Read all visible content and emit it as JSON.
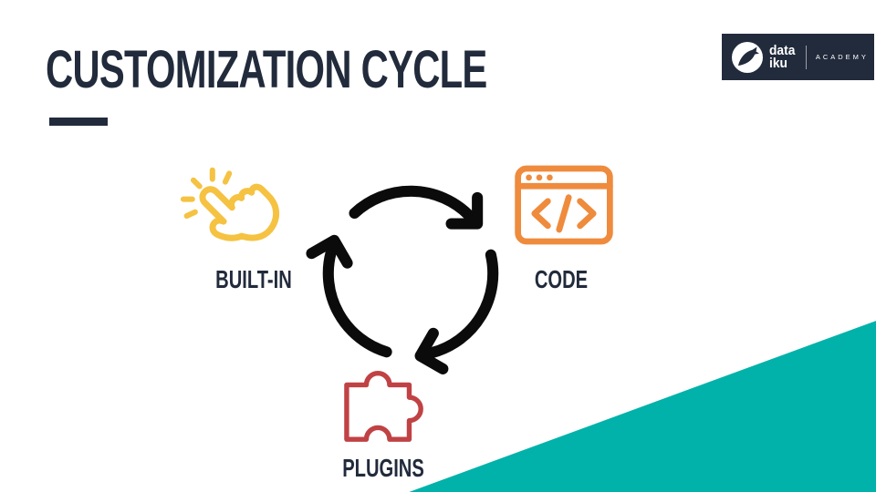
{
  "title": {
    "text": "CUSTOMIZATION CYCLE"
  },
  "logo": {
    "brand_top": "data",
    "brand_bottom": "iku",
    "suffix": "ACADEMY"
  },
  "cycle": {
    "nodes": [
      {
        "id": "built-in",
        "label": "BUILT-IN",
        "icon": "hand-click-icon",
        "color": "#F5C242"
      },
      {
        "id": "code",
        "label": "CODE",
        "icon": "code-window-icon",
        "color": "#EF8B3D"
      },
      {
        "id": "plugins",
        "label": "PLUGINS",
        "icon": "puzzle-piece-icon",
        "color": "#C04244"
      }
    ],
    "arrow_color": "#0B0B0B"
  },
  "colors": {
    "navy": "#222B3C",
    "teal": "#00B2A9",
    "background": "#FFFFFF",
    "yellow": "#F5C242",
    "orange": "#EF8B3D",
    "red": "#C04244"
  }
}
